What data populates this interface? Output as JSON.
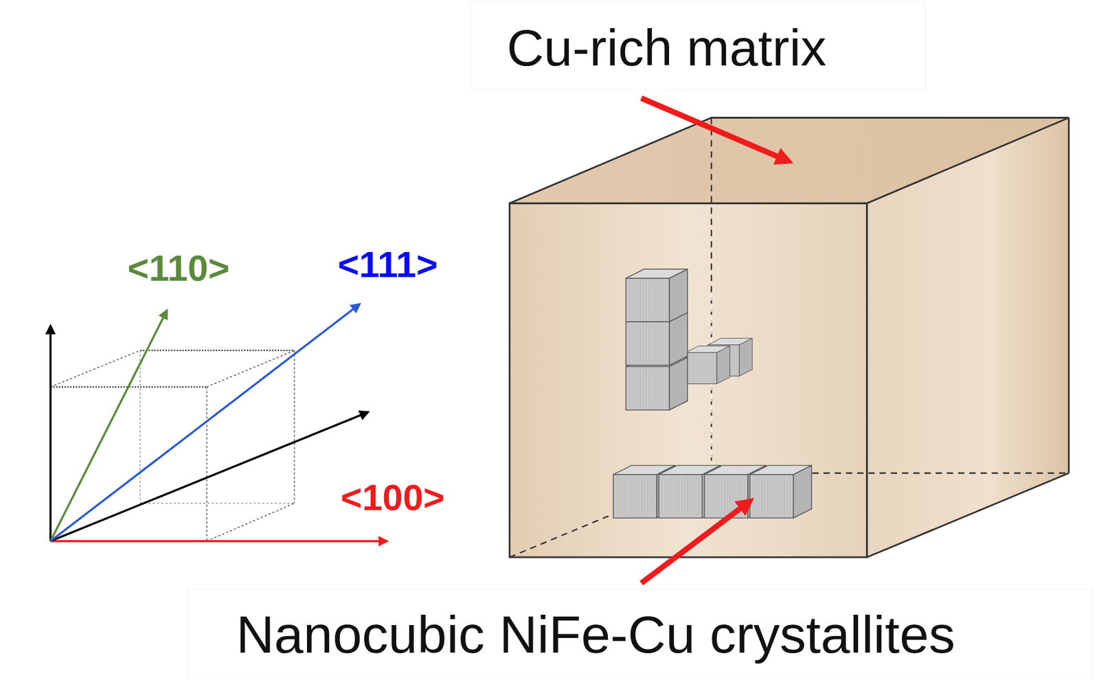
{
  "diagram": {
    "labels": [
      "Cu-rich matrix",
      "<110>",
      "<111>",
      "<100>",
      "Nanocubic NiFe-Cu crystallites"
    ]
  }
}
